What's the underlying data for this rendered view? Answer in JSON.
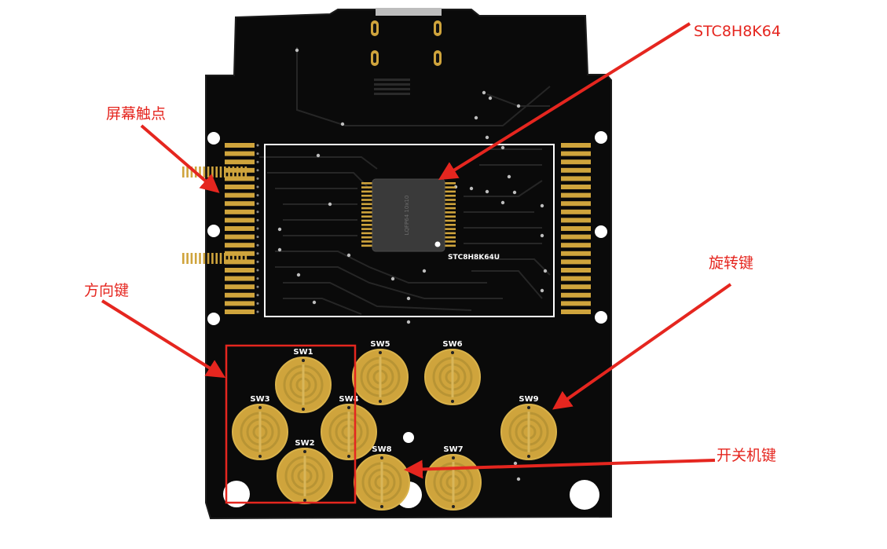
{
  "colors": {
    "board": "#0a0a0a",
    "trace": "#262626",
    "pad_gold": "#cfa43c",
    "pad_ring": "#b89434",
    "pad_inner": "#d8b65a",
    "chip": "#3a3a3a",
    "silkscreen": "#ffffff",
    "annotation": "#e5261f"
  },
  "callouts": {
    "mcu": "STC8H8K64",
    "screen_contacts": "屏幕触点",
    "dpad": "方向键",
    "rotate_key": "旋转键",
    "power_key": "开关机键"
  },
  "chip": {
    "silk_label": "STC8H8K64U",
    "package_text": "LQFP64 10x10"
  },
  "switches": {
    "sw1": "SW1",
    "sw2": "SW2",
    "sw3": "SW3",
    "sw4": "SW4",
    "sw5": "SW5",
    "sw6": "SW6",
    "sw7": "SW7",
    "sw8": "SW8",
    "sw9": "SW9"
  }
}
